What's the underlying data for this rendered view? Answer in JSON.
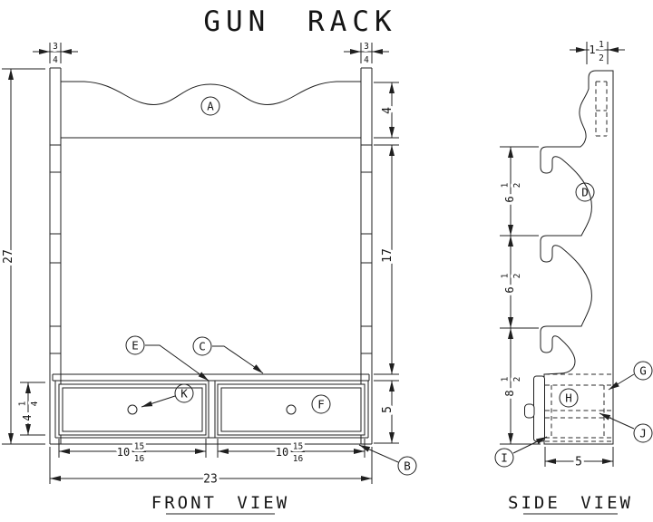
{
  "title": "GUN RACK",
  "front_view": {
    "caption": "FRONT VIEW",
    "labels": {
      "top_board": "A",
      "bottom_board": "B",
      "shelf": "C",
      "drawer_divider": "E",
      "right_drawer": "F",
      "left_drawer_knob": "K"
    },
    "dims": {
      "post_width": {
        "num": "3",
        "den": "4"
      },
      "overall_height": "27",
      "top_board_height": "4",
      "middle_height": "17",
      "drawer_section_height": "5",
      "drawer_front_height": {
        "whole": "4",
        "num": "1",
        "den": "4"
      },
      "drawer_width": {
        "whole": "10",
        "num": "15",
        "den": "16"
      },
      "overall_width": "23"
    }
  },
  "side_view": {
    "caption": "SIDE VIEW",
    "labels": {
      "side_board": "D",
      "back_cleat": "G",
      "drawer_side": "H",
      "drawer_bottom": "I",
      "drawer_guide": "J"
    },
    "dims": {
      "top_thickness": {
        "whole": "1",
        "num": "1",
        "den": "2"
      },
      "notch_spacing_upper": {
        "whole": "6",
        "num": "1",
        "den": "2"
      },
      "notch_spacing_lower": {
        "whole": "6",
        "num": "1",
        "den": "2"
      },
      "bottom_section_height": {
        "whole": "8",
        "num": "1",
        "den": "2"
      },
      "depth": "5"
    }
  }
}
